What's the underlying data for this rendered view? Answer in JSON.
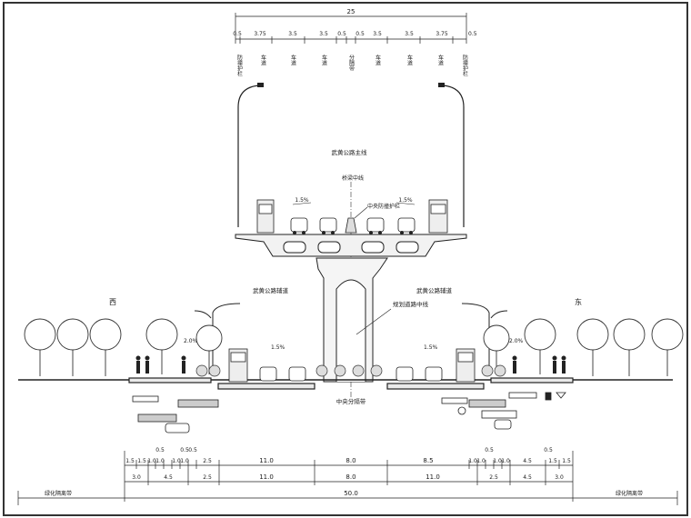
{
  "top_section": {
    "overall_width": "25",
    "segment_widths": [
      "0.5",
      "3.75",
      "3.5",
      "3.5",
      "0.5",
      "0.5",
      "3.5",
      "3.5",
      "3.75",
      "0.5"
    ],
    "lane_labels_left": [
      "防撞护栏",
      "车道",
      "车道",
      "车道"
    ],
    "median_label": "分隔带",
    "lane_labels_right": [
      "车道",
      "车道",
      "车道",
      "防撞护栏"
    ],
    "deck_title": "武黄公路主线",
    "bridge_center_label": "桥梁中线",
    "crossfall_left": "1.5%",
    "crossfall_right": "1.5%",
    "median_barrier_label": "中央防撞护栏"
  },
  "mid_section": {
    "west_label": "西",
    "east_label": "东",
    "ramp_left": "武黄公路辅道",
    "ramp_right": "武黄公路辅道",
    "road_center_label": "规划道路中线",
    "median_label": "中央分隔带",
    "slope_left_walk": "2.0%",
    "slope_left_road": "1.5%",
    "slope_right_road": "1.5%",
    "slope_right_walk": "2.0%"
  },
  "dimensions": {
    "row1": [
      "1.5",
      "1.5",
      "1.0",
      "1.0",
      "1.0",
      "1.0",
      "2.5",
      "11.0",
      "8.0",
      "8.5",
      "1.0",
      "1.0",
      "1.0",
      "1.0",
      "4.5",
      "1.5",
      "1.5"
    ],
    "row1_small": [
      "0.5",
      "0.5",
      "0.5",
      "0.5",
      "0.5"
    ],
    "row2": [
      "3.0",
      "4.5",
      "2.5",
      "11.0",
      "8.0",
      "11.0",
      "2.5",
      "4.5",
      "3.0"
    ],
    "total": "50.0",
    "left_green": "绿化隔离带",
    "right_green": "绿化隔离带"
  }
}
